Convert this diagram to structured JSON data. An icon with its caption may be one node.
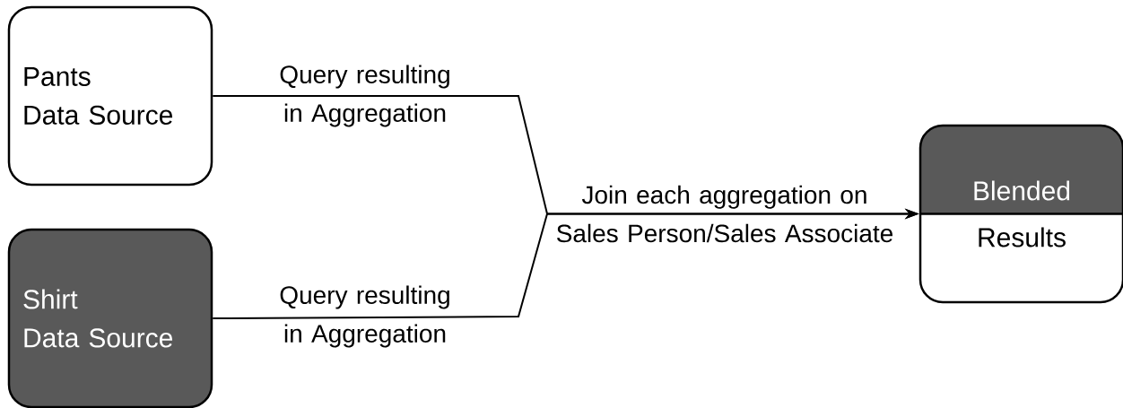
{
  "diagram": {
    "nodes": [
      {
        "text": [
          "Pants Data Source"
        ]
      },
      {
        "text": [
          "Shirt Data Source"
        ]
      },
      {
        "text": [
          "Blended",
          "Results"
        ]
      }
    ],
    "edges": [
      {
        "from": 0,
        "to": 2,
        "arrow": "to",
        "label": "Query resulting in Aggregation"
      },
      {
        "from": 1,
        "to": 2,
        "arrow": "to",
        "label": "Query resulting in Aggregation"
      }
    ],
    "labels": [
      "Join each aggregation on Sales Person/Sales Associate"
    ]
  }
}
